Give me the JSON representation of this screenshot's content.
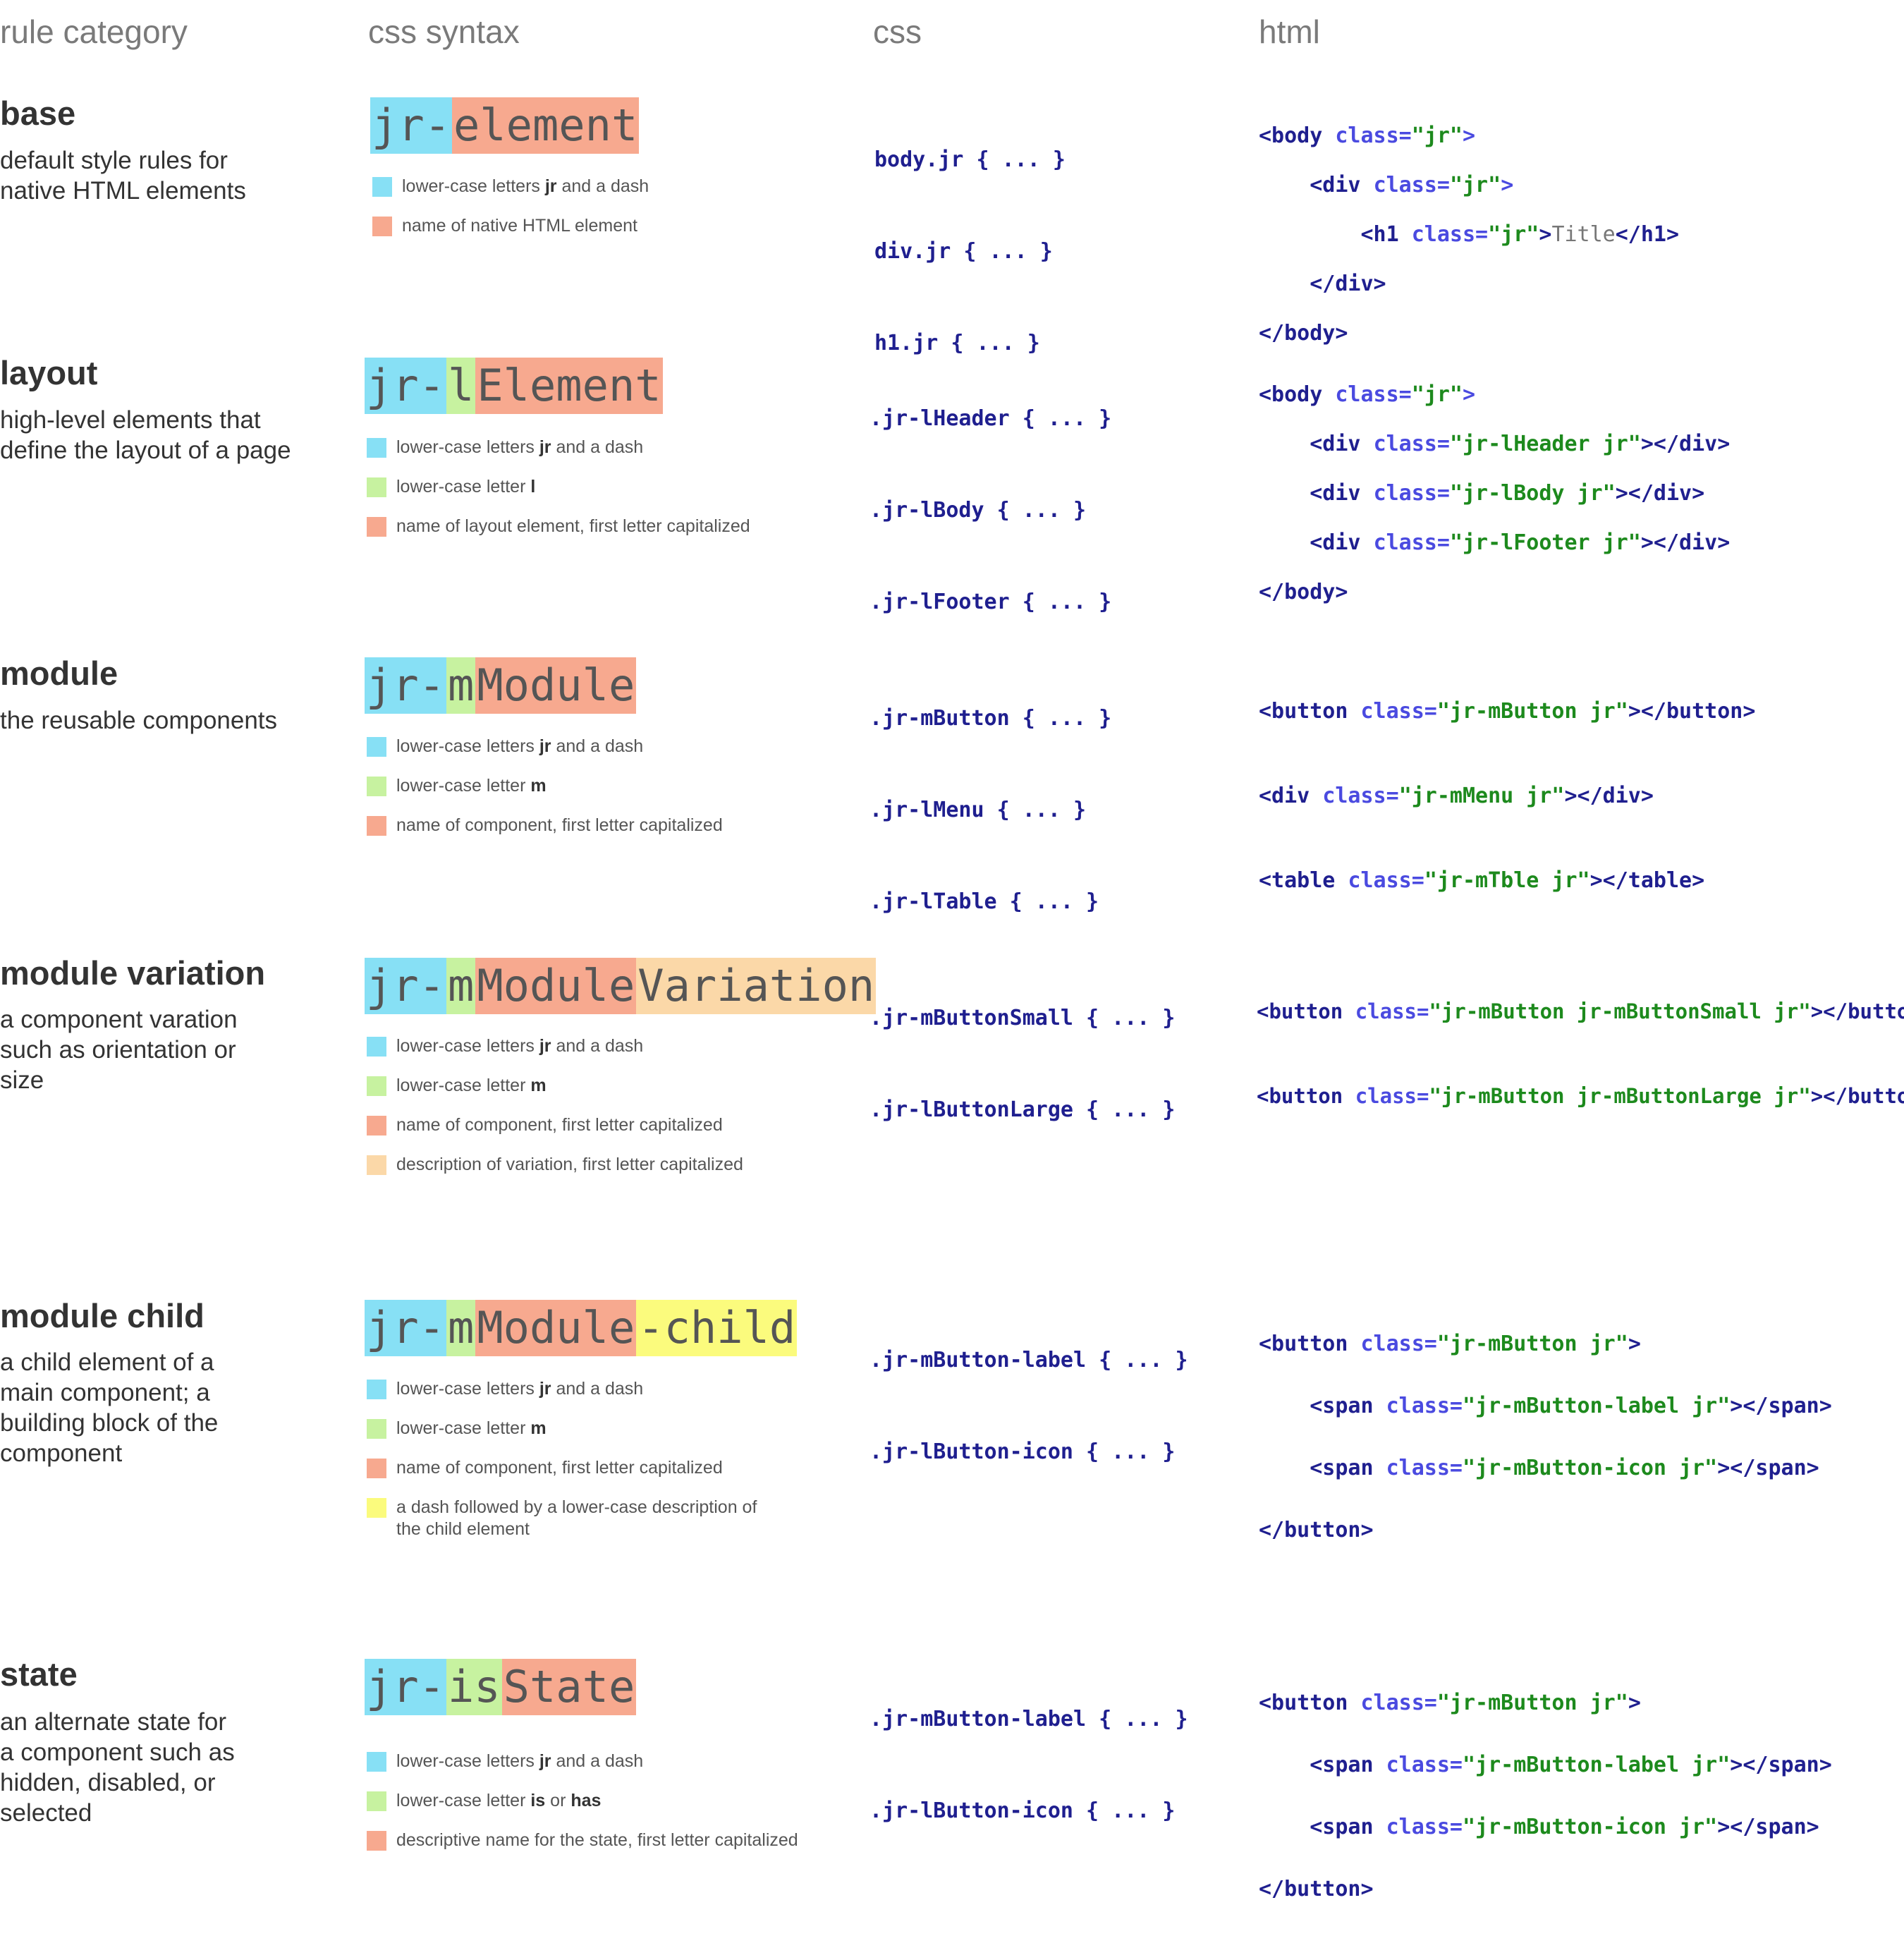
{
  "headers": {
    "category": "rule category",
    "syntax": "css syntax",
    "css": "css",
    "html": "html"
  },
  "colors": {
    "blue": "#87e0f5",
    "green": "#c7f2a0",
    "salmon": "#f7a98f",
    "peach": "#fbd8a8",
    "yellow": "#fbfb7d"
  },
  "legend_text": {
    "jr_dash_pre": "lower-case letters ",
    "jr_dash_bold": "jr",
    "jr_dash_post": " and a dash",
    "letter_pre": "lower-case letter ",
    "letter_l": "l",
    "letter_m": "m",
    "letter_is": "is",
    "letter_or": " or ",
    "letter_has": "has"
  },
  "base": {
    "title": "base",
    "desc": "default style rules for native HTML elements",
    "syntax": {
      "prefix": "jr-",
      "name": "element"
    },
    "legend_name": "name of native HTML element",
    "css": [
      "body.jr { ... }",
      "div.jr { ... }",
      "h1.jr { ... }"
    ],
    "html": {
      "l1_tag": "<body ",
      "attr": "class=",
      "val": "\"jr\"",
      "close": ">",
      "l2_tag": "<div ",
      "l3_tag": "<h1 ",
      "l3_text": "Title",
      "l3_end": "</h1>",
      "l4": "</div>",
      "l5": "</body>"
    }
  },
  "layout": {
    "title": "layout",
    "desc": "high-level elements that define the layout of a page",
    "syntax": {
      "prefix": "jr-",
      "letter": "l",
      "name": "Element"
    },
    "legend_name": "name of layout element, first letter capitalized",
    "css": [
      ".jr-lHeader { ... }",
      ".jr-lBody { ... }",
      ".jr-lFooter { ... }"
    ],
    "html": {
      "l1_tag": "<body ",
      "attr": "class=",
      "l1_val": "\"jr\"",
      "close": ">",
      "div_tag": "<div ",
      "v2": "\"jr-lHeader jr\"",
      "v3": "\"jr-lBody jr\"",
      "v4": "\"jr-lFooter jr\"",
      "div_end": "></div>",
      "l5": "</body>"
    }
  },
  "module": {
    "title": "module",
    "desc": "the reusable components",
    "syntax": {
      "prefix": "jr-",
      "letter": "m",
      "name": "Module"
    },
    "legend_name": "name of component, first letter capitalized",
    "css": [
      ".jr-mButton { ... }",
      ".jr-lMenu { ... }",
      ".jr-lTable { ... }"
    ],
    "html": {
      "attr": "class=",
      "t1": "<button ",
      "v1": "\"jr-mButton jr\"",
      "e1": "></button>",
      "t2": "<div ",
      "v2": "\"jr-mMenu jr\"",
      "e2": "></div>",
      "t3": "<table ",
      "v3": "\"jr-mTble jr\"",
      "e3": "></table>"
    }
  },
  "variation": {
    "title": "module variation",
    "desc": "a component varation such as orientation or size",
    "syntax": {
      "prefix": "jr-",
      "letter": "m",
      "name": "Module",
      "variation": "Variation"
    },
    "legend_name": "name of component, first letter capitalized",
    "legend_var": "description of variation, first letter capitalized",
    "css": [
      ".jr-mButtonSmall { ... }",
      ".jr-lButtonLarge { ... }"
    ],
    "html": {
      "attr": "class=",
      "t": "<button ",
      "v1": "\"jr-mButton jr-mButtonSmall jr\"",
      "v2": "\"jr-mButton jr-mButtonLarge jr\"",
      "e": "></button>"
    }
  },
  "child": {
    "title": "module child",
    "desc": "a child element of a main component; a building block of the component",
    "syntax": {
      "prefix": "jr-",
      "letter": "m",
      "name": "Module",
      "child": "-child"
    },
    "legend_name": "name of component, first letter capitalized",
    "legend_child": "a dash followed by a lower-case description of the child element",
    "css": [
      ".jr-mButton-label { ... }",
      ".jr-lButton-icon { ... }"
    ],
    "html": {
      "attr": "class=",
      "t1": "<button ",
      "v1": "\"jr-mButton jr\"",
      "close": ">",
      "span": "<span ",
      "v2": "\"jr-mButton-label jr\"",
      "v3": "\"jr-mButton-icon jr\"",
      "span_end": "></span>",
      "end": "</button>"
    }
  },
  "state": {
    "title": "state",
    "desc": "an alternate state for a component such as hidden, disabled, or selected",
    "syntax": {
      "prefix": "jr-",
      "letter": "is",
      "name": "State"
    },
    "legend_name": "descriptive name for the state, first letter capitalized",
    "css": [
      ".jr-mButton-label { ... }",
      ".jr-lButton-icon { ... }"
    ],
    "html": {
      "attr": "class=",
      "t1": "<button ",
      "v1": "\"jr-mButton jr\"",
      "close": ">",
      "span": "<span ",
      "v2": "\"jr-mButton-label jr\"",
      "v3": "\"jr-mButton-icon jr\"",
      "span_end": "></span>",
      "end": "</button>"
    }
  }
}
